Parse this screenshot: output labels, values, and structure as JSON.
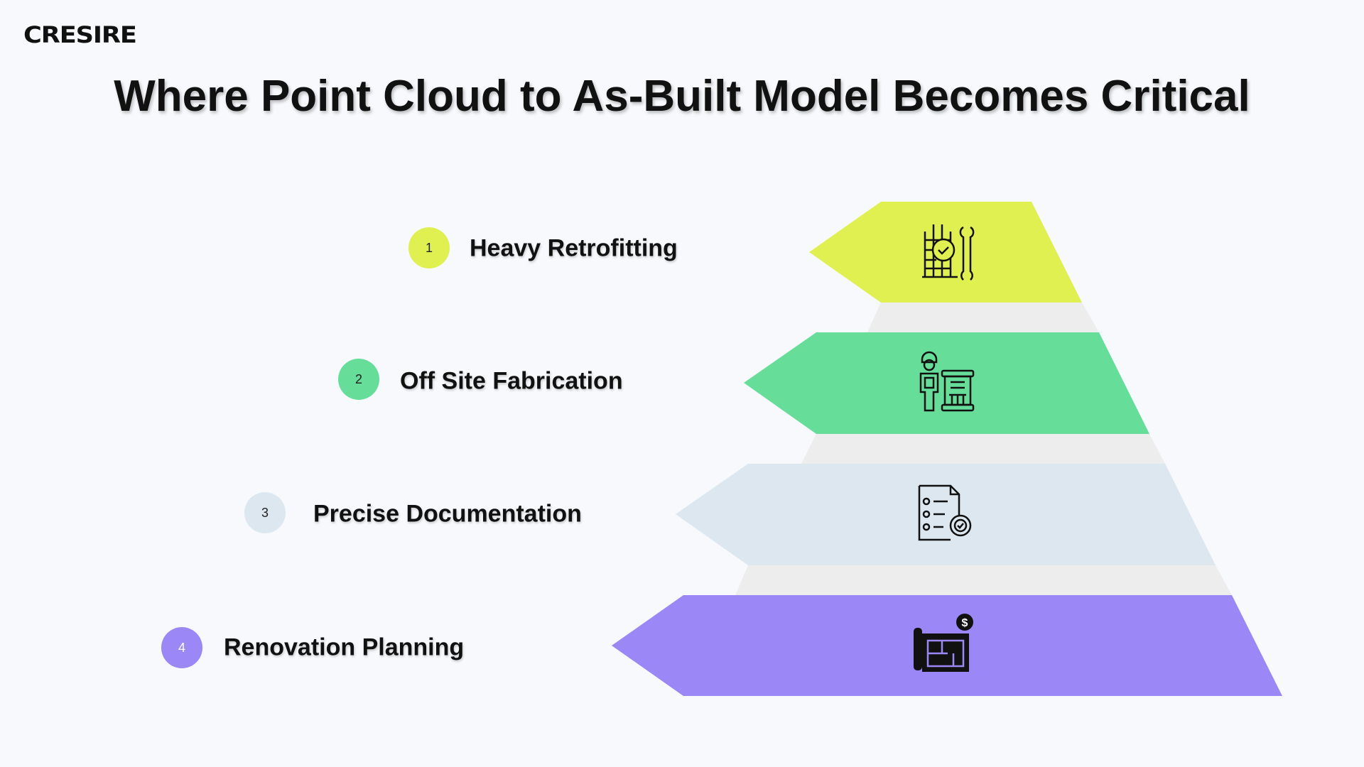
{
  "logo": "CRESIRE",
  "title": "Where Point Cloud to As-Built Model Becomes Critical",
  "colors": {
    "level1": "#e0f050",
    "level2": "#66de9a",
    "level3": "#dce7f0",
    "level4": "#9b87f5",
    "gap": "#ededed",
    "background": "#f7f9fc"
  },
  "levels": [
    {
      "number": "1",
      "label": "Heavy Retrofitting",
      "icon": "building-wrench-check-icon"
    },
    {
      "number": "2",
      "label": "Off Site Fabrication",
      "icon": "worker-prefab-icon"
    },
    {
      "number": "3",
      "label": "Precise Documentation",
      "icon": "checklist-gear-icon"
    },
    {
      "number": "4",
      "label": "Renovation Planning",
      "icon": "blueprint-cost-icon"
    }
  ]
}
